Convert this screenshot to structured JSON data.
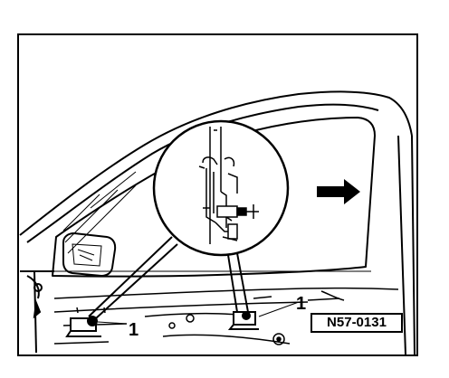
{
  "callouts": {
    "left": "1",
    "right": "1"
  },
  "reference_label": "N57-0131",
  "icons": {
    "direction_arrow": "arrow-right-icon"
  },
  "colors": {
    "ink": "#000000",
    "paper": "#ffffff"
  }
}
